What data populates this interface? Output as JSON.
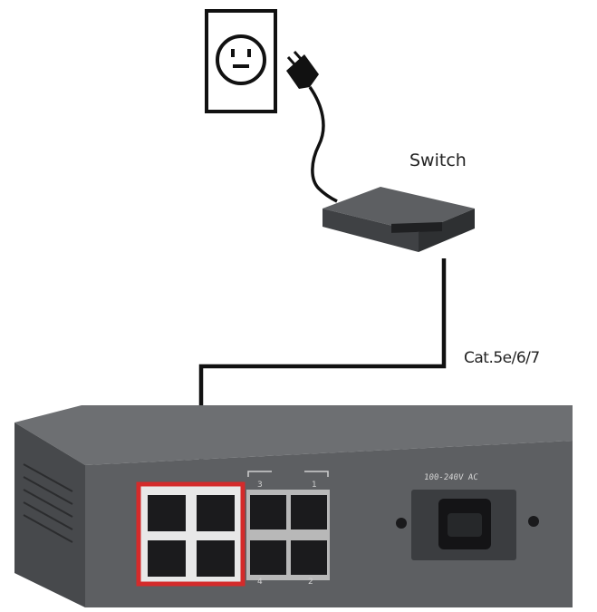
{
  "labels": {
    "switch": "Switch",
    "cable": "Cat.5e/6/7",
    "power": "100-240V AC"
  },
  "port_numbers": {
    "top_left": "3",
    "top_right": "1",
    "bottom_left": "4",
    "bottom_right": "2"
  },
  "colors": {
    "highlight": "#d42b2b",
    "device_body": "#5d5f62",
    "device_top": "#6d6f72",
    "cable": "#111111"
  },
  "icons": [
    "wall-outlet-icon",
    "power-plug-icon",
    "network-switch-icon",
    "poe-switch-device-icon",
    "rj45-port-icon",
    "ac-power-inlet-icon"
  ]
}
